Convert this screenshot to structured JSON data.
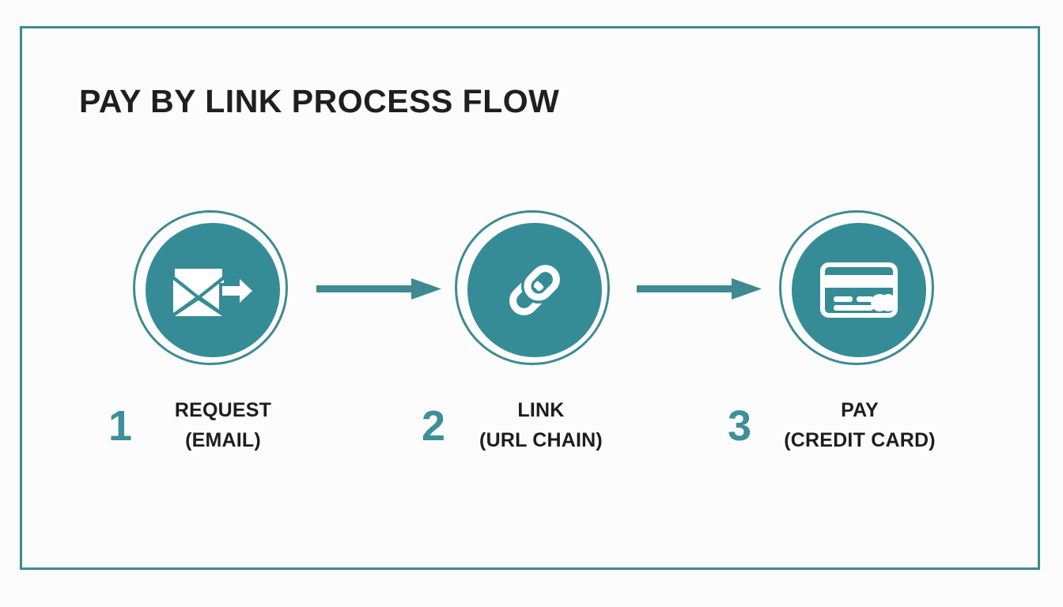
{
  "page": {
    "title": "PAY BY LINK PROCESS FLOW",
    "background_color": "#fbfbfb",
    "frame_color": "#3d8a93",
    "accent_color": "#368c96",
    "number_color": "#3d8f99",
    "text_color": "#1d1d1d"
  },
  "steps": [
    {
      "number": "1",
      "icon": "envelope-send-icon",
      "label_line1": "REQUEST",
      "label_line2": "(EMAIL)"
    },
    {
      "number": "2",
      "icon": "chain-link-icon",
      "label_line1": "LINK",
      "label_line2": "(URL CHAIN)"
    },
    {
      "number": "3",
      "icon": "credit-card-icon",
      "label_line1": "PAY",
      "label_line2": "(CREDIT CARD)"
    }
  ],
  "connectors": [
    {
      "name": "arrow-right-1"
    },
    {
      "name": "arrow-right-2"
    }
  ]
}
